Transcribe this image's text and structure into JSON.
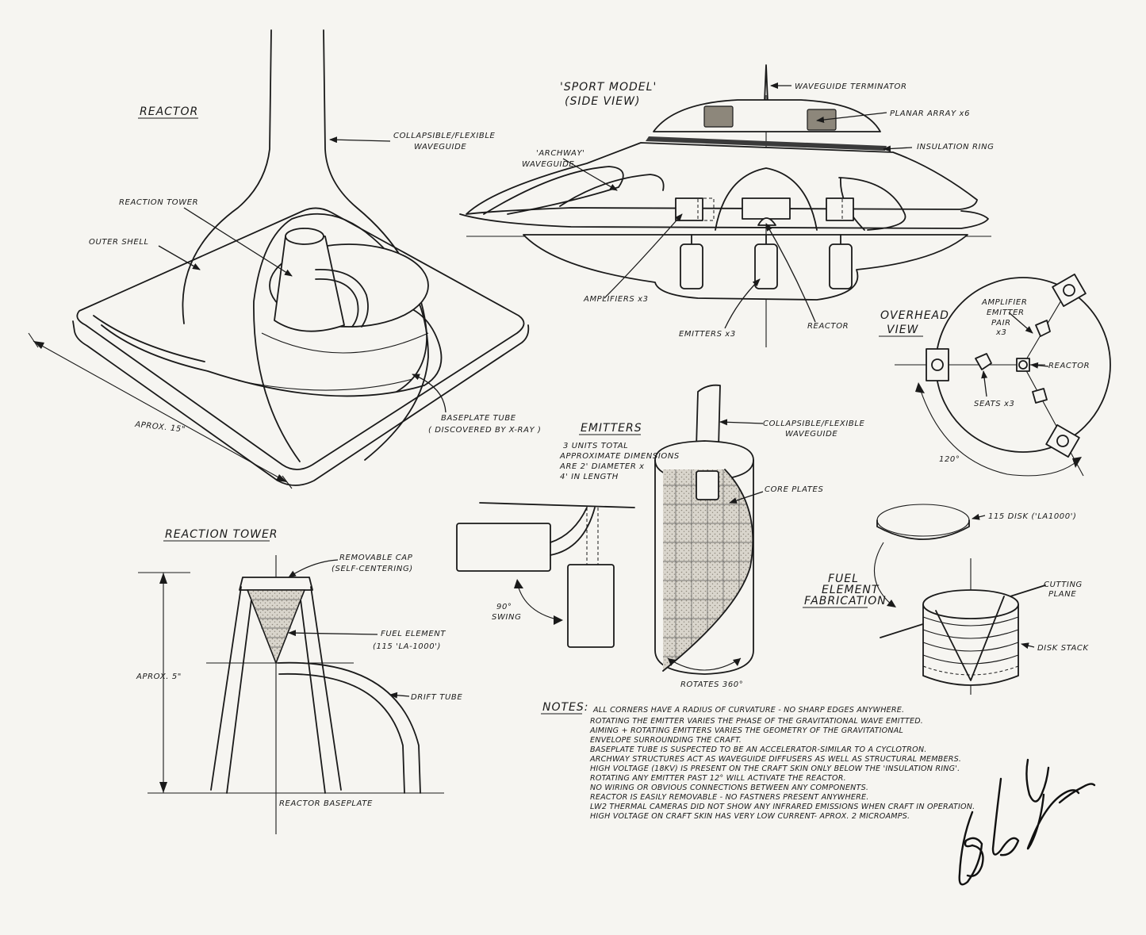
{
  "reactor": {
    "title": "REACTOR",
    "collapsible_waveguide": [
      "COLLAPSIBLE/FLEXIBLE",
      "WAVEGUIDE"
    ],
    "reaction_tower": "REACTION TOWER",
    "outer_shell": "OUTER SHELL",
    "size": "APROX. 15\"",
    "baseplate_tube": [
      "BASEPLATE TUBE",
      "( DISCOVERED BY X-RAY )"
    ]
  },
  "sport_model": {
    "title": [
      "'SPORT MODEL'",
      "(SIDE VIEW)"
    ],
    "waveguide_terminator": "WAVEGUIDE TERMINATOR",
    "planar_array": "PLANAR ARRAY x6",
    "insulation_ring": "INSULATION RING",
    "archway_waveguide": [
      "'ARCHWAY'",
      "WAVEGUIDE"
    ],
    "amplifiers": "AMPLIFIERS x3",
    "emitters": "EMITTERS x3",
    "reactor": "REACTOR"
  },
  "overhead": {
    "title": [
      "OVERHEAD",
      "VIEW"
    ],
    "amplifier_emitter_pair": [
      "AMPLIFIER",
      "EMITTER",
      "PAIR",
      "x3"
    ],
    "reactor": "REACTOR",
    "seats": "SEATS x3",
    "angle": "120°"
  },
  "emitters": {
    "title": "EMITTERS",
    "desc": [
      "3 UNITS TOTAL",
      "APPROXIMATE DIMENSIONS",
      "ARE 2' DIAMETER x",
      "4' IN LENGTH"
    ],
    "collapsible_waveguide": [
      "COLLAPSIBLE/FLEXIBLE",
      "WAVEGUIDE"
    ],
    "core_plates": "CORE PLATES",
    "swing": [
      "90°",
      "SWING"
    ],
    "rotates": "ROTATES 360°"
  },
  "fuel": {
    "disk": "115 DISK ('LA1000')",
    "title": [
      "FUEL",
      "ELEMENT",
      "FABRICATION"
    ],
    "cutting_plane": [
      "CUTTING",
      "PLANE"
    ],
    "disk_stack": "DISK STACK"
  },
  "reaction_tower": {
    "title": "REACTION TOWER",
    "cap": [
      "REMOVABLE CAP",
      "(SELF-CENTERING)"
    ],
    "fuel_element": [
      "FUEL ELEMENT",
      "(115 'LA-1000')"
    ],
    "size": "APROX. 5\"",
    "drift_tube": "DRIFT TUBE",
    "baseplate": "REACTOR BASEPLATE"
  },
  "notes": {
    "label": "NOTES:",
    "lines": [
      "ALL CORNERS HAVE A RADIUS OF CURVATURE - NO SHARP EDGES ANYWHERE.",
      "ROTATING THE EMITTER VARIES THE PHASE OF THE GRAVITATIONAL WAVE EMITTED.",
      "AIMING + ROTATING EMITTERS VARIES THE GEOMETRY OF THE GRAVITATIONAL",
      "   ENVELOPE SURROUNDING THE CRAFT.",
      "BASEPLATE TUBE IS SUSPECTED TO BE AN ACCELERATOR-SIMILAR TO A CYCLOTRON.",
      "ARCHWAY STRUCTURES ACT AS WAVEGUIDE DIFFUSERS AS WELL AS STRUCTURAL MEMBERS.",
      "HIGH VOLTAGE (18KV) IS PRESENT ON THE CRAFT SKIN ONLY BELOW THE 'INSULATION RING'.",
      "ROTATING ANY EMITTER PAST 12° WILL ACTIVATE THE REACTOR.",
      "NO WIRING OR OBVIOUS CONNECTIONS BETWEEN ANY COMPONENTS.",
      "REACTOR IS EASILY REMOVABLE - NO FASTNERS PRESENT ANYWHERE.",
      "LW2 THERMAL CAMERAS DID NOT SHOW ANY INFRARED EMISSIONS WHEN CRAFT IN OPERATION.",
      "HIGH VOLTAGE ON CRAFT SKIN HAS VERY LOW CURRENT- APROX. 2 MICROAMPS."
    ]
  },
  "signature": {
    "text": "Bob Lazar"
  }
}
